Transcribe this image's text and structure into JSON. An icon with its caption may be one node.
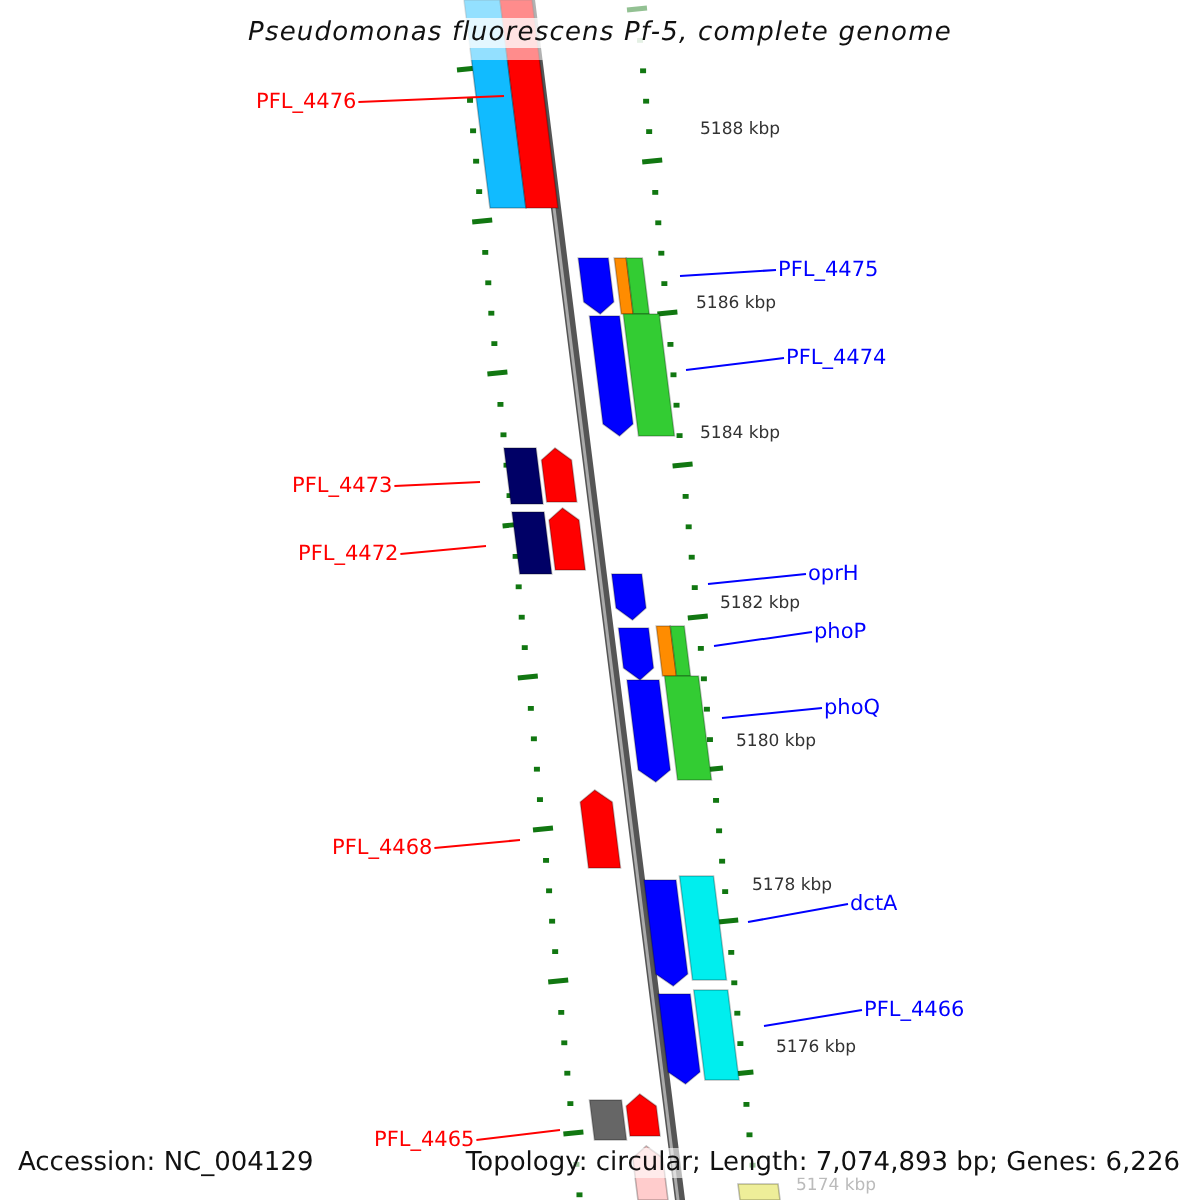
{
  "diagram": {
    "title": "Pseudomonas fluorescens Pf-5, complete genome",
    "nodes": [
      {
        "text": [
          "PFL_4476"
        ]
      },
      {
        "text": [
          "PFL_4475"
        ]
      },
      {
        "text": [
          "PFL_4474"
        ]
      },
      {
        "text": [
          "PFL_4473"
        ]
      },
      {
        "text": [
          "PFL_4472"
        ]
      },
      {
        "text": [
          "oprH"
        ]
      },
      {
        "text": [
          "phoP"
        ]
      },
      {
        "text": [
          "phoQ"
        ]
      },
      {
        "text": [
          "PFL_4468"
        ]
      },
      {
        "text": [
          "dctA"
        ]
      },
      {
        "text": [
          "PFL_4466"
        ]
      },
      {
        "text": [
          "PFL_4465"
        ]
      }
    ],
    "edges": [
      {
        "from": 0,
        "to": null,
        "arrow": "none",
        "color": "#ff0000"
      },
      {
        "from": 1,
        "to": null,
        "arrow": "none",
        "color": "#0000ff"
      },
      {
        "from": 2,
        "to": null,
        "arrow": "none",
        "color": "#0000ff"
      },
      {
        "from": 3,
        "to": null,
        "arrow": "none",
        "color": "#ff0000"
      },
      {
        "from": 4,
        "to": null,
        "arrow": "none",
        "color": "#ff0000"
      },
      {
        "from": 5,
        "to": null,
        "arrow": "none",
        "color": "#0000ff"
      },
      {
        "from": 6,
        "to": null,
        "arrow": "none",
        "color": "#0000ff"
      },
      {
        "from": 7,
        "to": null,
        "arrow": "none",
        "color": "#0000ff"
      },
      {
        "from": 8,
        "to": null,
        "arrow": "none",
        "color": "#ff0000"
      },
      {
        "from": 9,
        "to": null,
        "arrow": "none",
        "color": "#0000ff"
      },
      {
        "from": 10,
        "to": null,
        "arrow": "none",
        "color": "#0000ff"
      },
      {
        "from": 11,
        "to": null,
        "arrow": "none",
        "color": "#ff0000"
      }
    ],
    "labels": [
      "5188 kbp",
      "5186 kbp",
      "5184 kbp",
      "5182 kbp",
      "5180 kbp",
      "5178 kbp",
      "5176 kbp",
      "5174 kbp",
      "Accession: NC_004129",
      "Topology: circular; Length: 7,074,893 bp; Genes: 6,226"
    ]
  }
}
